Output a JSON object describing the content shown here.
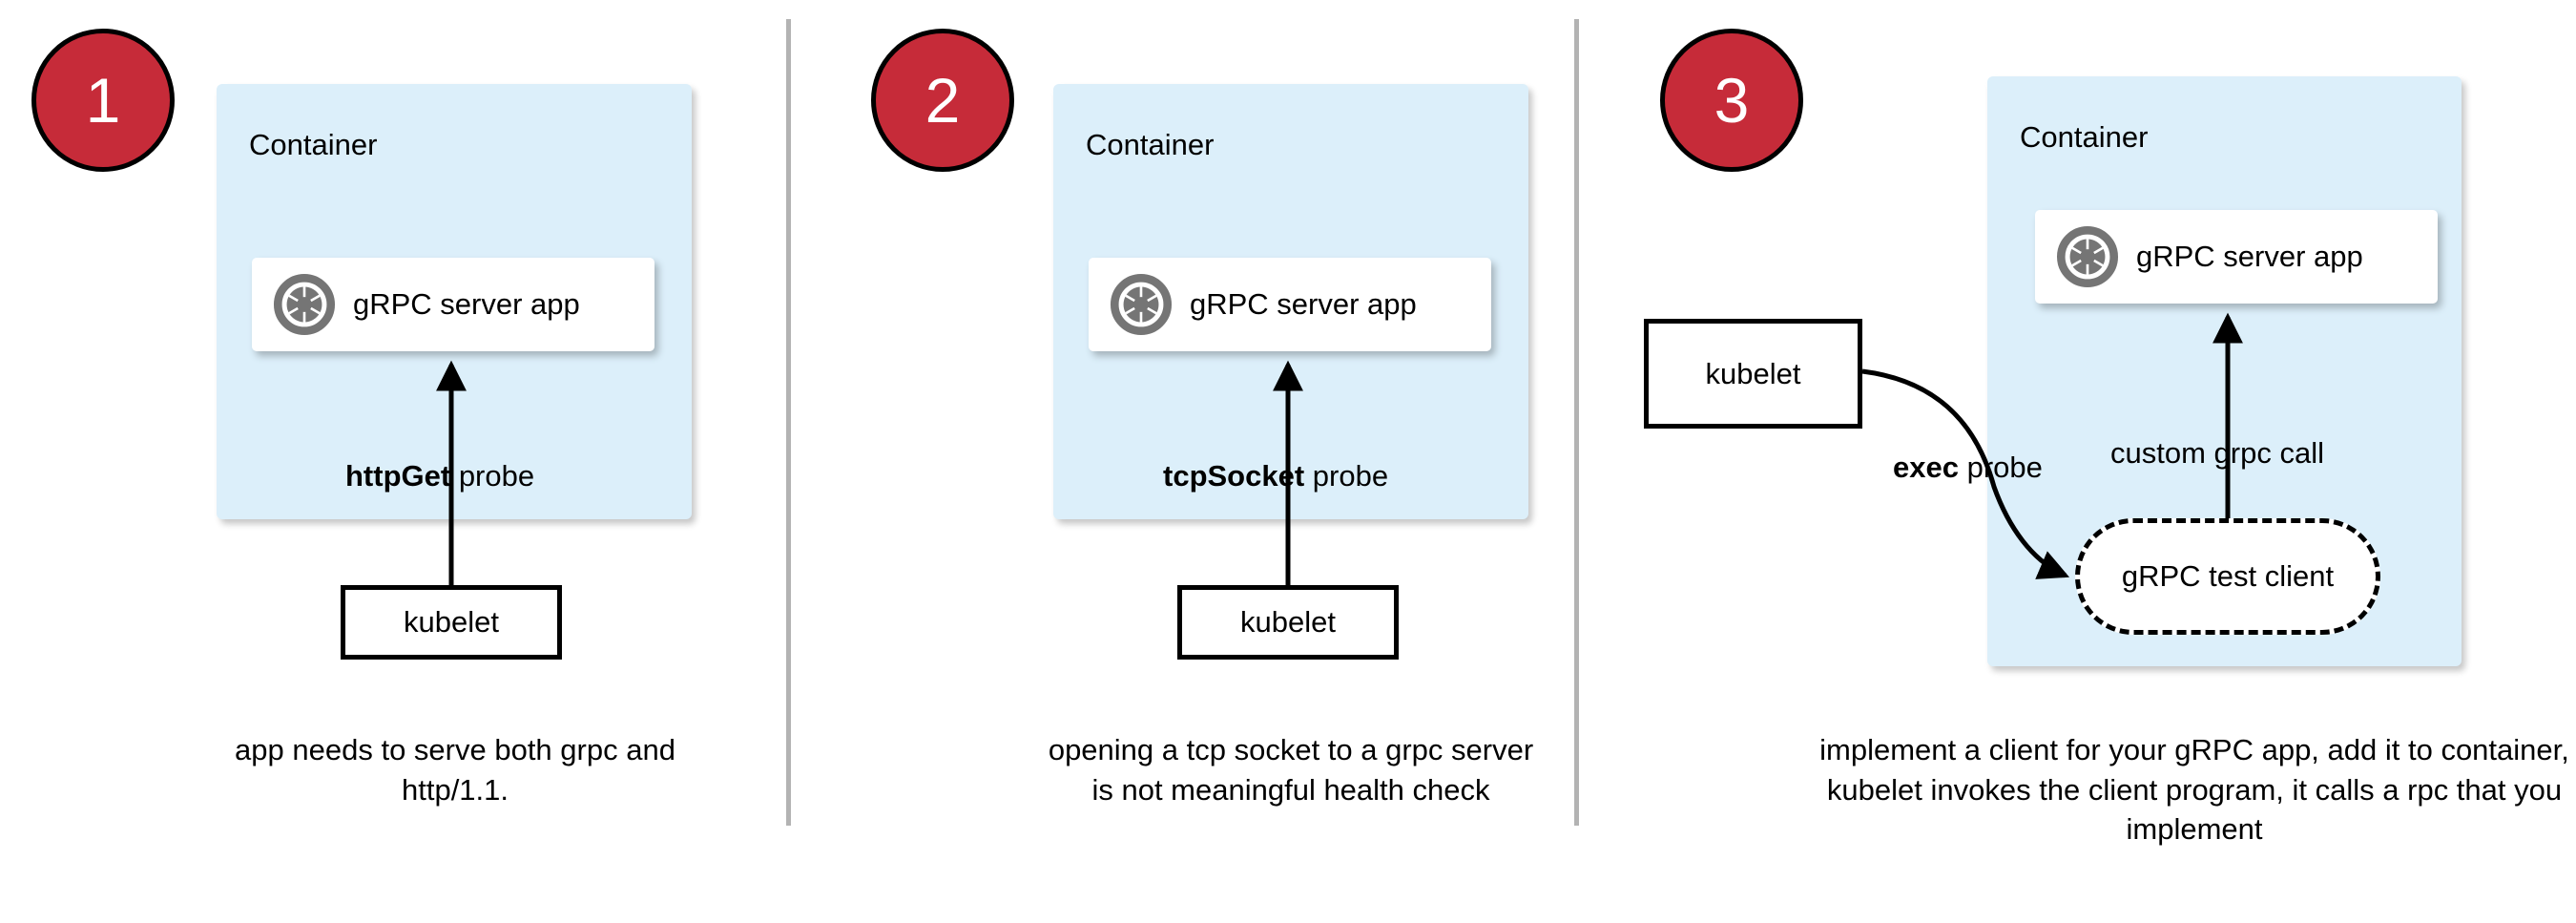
{
  "diagram": {
    "title": "Kubernetes gRPC health probe approaches",
    "accent_red": "#C62B39",
    "container_fill": "#DCEFFA",
    "icon_gray": "#757575",
    "divider_gray": "#b3b3b3",
    "stroke_black": "#000000"
  },
  "panels": [
    {
      "badge": "1",
      "container_label": "Container",
      "app_label": "gRPC server app",
      "app_icon": "grpc-shutter-icon",
      "probe_label_bold": "httpGet",
      "probe_label_rest": " probe",
      "kubelet_label": "kubelet",
      "caption": "app needs to serve both grpc and http/1.1."
    },
    {
      "badge": "2",
      "container_label": "Container",
      "app_label": "gRPC server app",
      "app_icon": "grpc-shutter-icon",
      "probe_label_bold": "tcpSocket",
      "probe_label_rest": " probe",
      "kubelet_label": "kubelet",
      "caption": "opening a tcp socket to a grpc server is not meaningful health check"
    },
    {
      "badge": "3",
      "container_label": "Container",
      "app_label": "gRPC server app",
      "app_icon": "grpc-shutter-icon",
      "probe_label_bold": "exec",
      "probe_label_rest": " probe",
      "call_label": "custom grpc call",
      "client_label": "gRPC test client",
      "kubelet_label": "kubelet",
      "caption": "implement a client for your gRPC app, add it to container, kubelet invokes the client program, it calls a rpc that you implement"
    }
  ]
}
